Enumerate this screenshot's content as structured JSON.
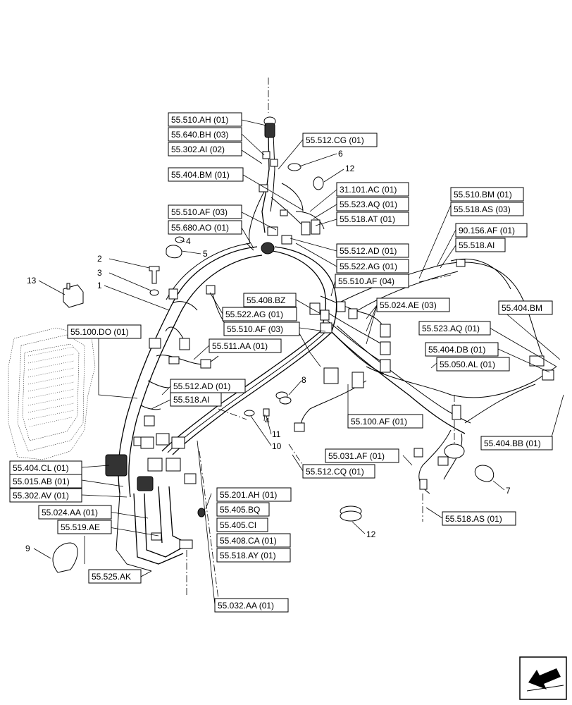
{
  "references": [
    {
      "id": "r01",
      "label": "55.510.AH (01)"
    },
    {
      "id": "r02",
      "label": "55.640.BH (03)"
    },
    {
      "id": "r03",
      "label": "55.302.AI (02)"
    },
    {
      "id": "r04",
      "label": "55.512.CG (01)"
    },
    {
      "id": "r05",
      "label": "55.404.BM (01)"
    },
    {
      "id": "r06",
      "label": "31.101.AC (01)"
    },
    {
      "id": "r07",
      "label": "55.523.AQ (01)"
    },
    {
      "id": "r08",
      "label": "55.510.AF (03)"
    },
    {
      "id": "r09",
      "label": "55.518.AT (01)"
    },
    {
      "id": "r10",
      "label": "55.680.AO (01)"
    },
    {
      "id": "r11",
      "label": "55.512.AD (01)"
    },
    {
      "id": "r12",
      "label": "55.522.AG (01)"
    },
    {
      "id": "r13",
      "label": "55.510.BM (01)"
    },
    {
      "id": "r14",
      "label": "55.518.AS (03)"
    },
    {
      "id": "r15",
      "label": "90.156.AF (01)"
    },
    {
      "id": "r16",
      "label": "55.518.AI"
    },
    {
      "id": "r17",
      "label": "55.510.AF (04)"
    },
    {
      "id": "r18",
      "label": "55.408.BZ"
    },
    {
      "id": "r19",
      "label": "55.024.AE (03)"
    },
    {
      "id": "r20",
      "label": "55.404.BM"
    },
    {
      "id": "r21",
      "label": "55.522.AG (01)"
    },
    {
      "id": "r22",
      "label": "55.523.AQ (01)"
    },
    {
      "id": "r23",
      "label": "55.510.AF (03)"
    },
    {
      "id": "r24",
      "label": "55.100.DO (01)"
    },
    {
      "id": "r25",
      "label": "55.511.AA (01)"
    },
    {
      "id": "r26",
      "label": "55.404.DB (01)"
    },
    {
      "id": "r27",
      "label": "55.050.AL (01)"
    },
    {
      "id": "r28",
      "label": "55.512.AD (01)"
    },
    {
      "id": "r29",
      "label": "55.518.AI"
    },
    {
      "id": "r30",
      "label": "55.100.AF (01)"
    },
    {
      "id": "r31",
      "label": "55.404.BB (01)"
    },
    {
      "id": "r32",
      "label": "55.031.AF (01)"
    },
    {
      "id": "r33",
      "label": "55.404.CL (01)"
    },
    {
      "id": "r34",
      "label": "55.512.CQ (01)"
    },
    {
      "id": "r35",
      "label": "55.015.AB (01)"
    },
    {
      "id": "r36",
      "label": "55.302.AV (01)"
    },
    {
      "id": "r37",
      "label": "55.201.AH (01)"
    },
    {
      "id": "r38",
      "label": "55.024.AA (01)"
    },
    {
      "id": "r39",
      "label": "55.405.BQ"
    },
    {
      "id": "r40",
      "label": "55.518.AS (01)"
    },
    {
      "id": "r41",
      "label": "55.519.AE"
    },
    {
      "id": "r42",
      "label": "55.405.CI"
    },
    {
      "id": "r43",
      "label": "55.408.CA (01)"
    },
    {
      "id": "r44",
      "label": "55.518.AY (01)"
    },
    {
      "id": "r45",
      "label": "55.525.AK"
    },
    {
      "id": "r46",
      "label": "55.032.AA (01)"
    }
  ],
  "item_numbers": [
    {
      "id": "n01",
      "label": "6"
    },
    {
      "id": "n02",
      "label": "12"
    },
    {
      "id": "n03",
      "label": "4"
    },
    {
      "id": "n04",
      "label": "5"
    },
    {
      "id": "n05",
      "label": "2"
    },
    {
      "id": "n06",
      "label": "3"
    },
    {
      "id": "n07",
      "label": "13"
    },
    {
      "id": "n08",
      "label": "1"
    },
    {
      "id": "n09",
      "label": "8"
    },
    {
      "id": "n10",
      "label": "4"
    },
    {
      "id": "n11",
      "label": "11"
    },
    {
      "id": "n12",
      "label": "10"
    },
    {
      "id": "n13",
      "label": "7"
    },
    {
      "id": "n14",
      "label": "12"
    },
    {
      "id": "n15",
      "label": "9"
    }
  ],
  "nav": {
    "icon": "next-page-arrow-icon"
  }
}
